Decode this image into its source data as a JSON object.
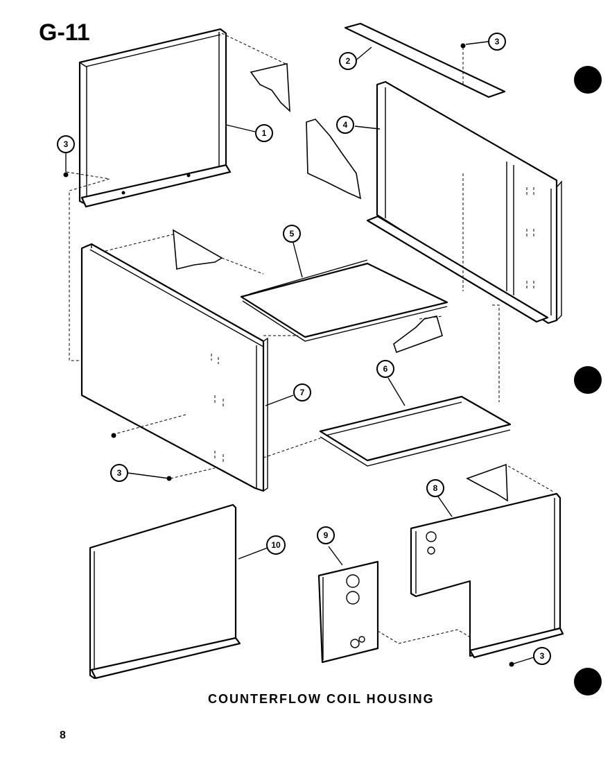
{
  "header": {
    "figure_id": "G-11"
  },
  "caption": {
    "title": "COUNTERFLOW COIL HOUSING"
  },
  "footer": {
    "page_number": "8"
  },
  "callouts": [
    {
      "id": "c1",
      "label": "1"
    },
    {
      "id": "c2",
      "label": "2"
    },
    {
      "id": "c3a",
      "label": "3"
    },
    {
      "id": "c3b",
      "label": "3"
    },
    {
      "id": "c3c",
      "label": "3"
    },
    {
      "id": "c3d",
      "label": "3"
    },
    {
      "id": "c4",
      "label": "4"
    },
    {
      "id": "c5",
      "label": "5"
    },
    {
      "id": "c6",
      "label": "6"
    },
    {
      "id": "c7",
      "label": "7"
    },
    {
      "id": "c8",
      "label": "8"
    },
    {
      "id": "c9",
      "label": "9"
    },
    {
      "id": "c10",
      "label": "10"
    }
  ],
  "colors": {
    "ink": "#000000",
    "paper": "#ffffff"
  }
}
